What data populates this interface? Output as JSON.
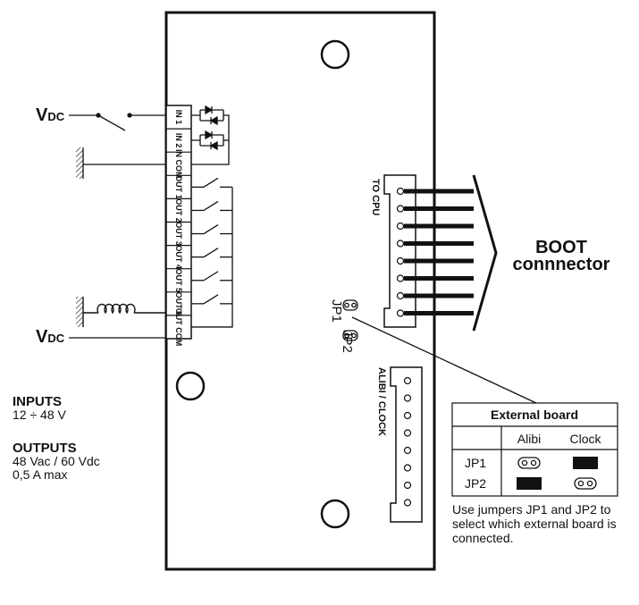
{
  "vdc_prefix": "V",
  "vdc_sub": "DC",
  "terminals": [
    {
      "top": "IN",
      "bottom": "1"
    },
    {
      "top": "IN",
      "bottom": "2"
    },
    {
      "top": "IN",
      "bottom": "COM"
    },
    {
      "top": "OUT",
      "bottom": "1"
    },
    {
      "top": "OUT",
      "bottom": "2"
    },
    {
      "top": "OUT",
      "bottom": "3"
    },
    {
      "top": "OUT",
      "bottom": "4"
    },
    {
      "top": "OUT",
      "bottom": "5"
    },
    {
      "top": "OUT",
      "bottom": "6"
    },
    {
      "top": "OUT",
      "bottom": "COM"
    }
  ],
  "connectors": {
    "to_cpu": "TO CPU",
    "alibi_clock": "ALIBI / CLOCK"
  },
  "boot": {
    "line1": "BOOT",
    "line2": "connnector"
  },
  "jumpers": {
    "jp1": "JP1",
    "jp2": "JP2"
  },
  "specs": {
    "inputs_title": "INPUTS",
    "inputs_value": "12 ÷ 48 V",
    "outputs_title": "OUTPUTS",
    "outputs_line1": "48 Vac / 60 Vdc",
    "outputs_line2": "0,5 A max"
  },
  "table": {
    "title": "External board",
    "col1": "Alibi",
    "col2": "Clock",
    "row1": "JP1",
    "row2": "JP2"
  },
  "note": "Use jumpers JP1 and JP2 to select which external board is connected."
}
